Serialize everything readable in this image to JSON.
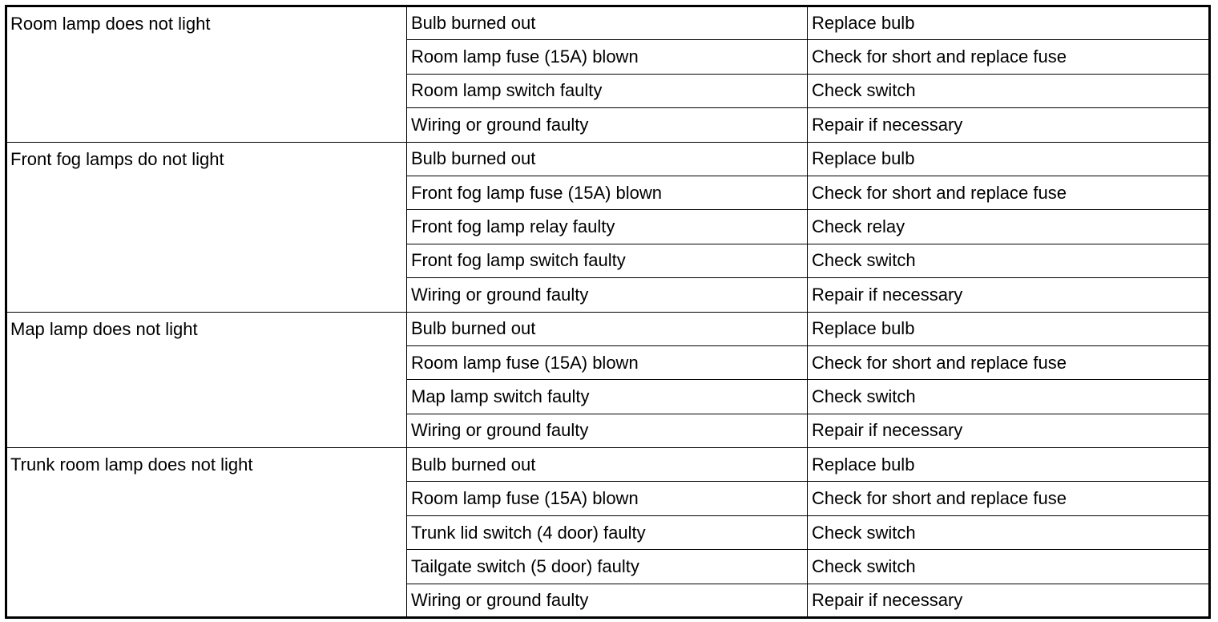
{
  "table": {
    "groups": [
      {
        "symptom": "Room lamp does not light",
        "rows": [
          {
            "cause": "Bulb burned out",
            "remedy": "Replace bulb"
          },
          {
            "cause": "Room lamp fuse (15A) blown",
            "remedy": "Check for short and replace fuse"
          },
          {
            "cause": "Room lamp switch faulty",
            "remedy": "Check switch"
          },
          {
            "cause": "Wiring or ground faulty",
            "remedy": "Repair if necessary"
          }
        ]
      },
      {
        "symptom": "Front fog lamps do not light",
        "rows": [
          {
            "cause": "Bulb burned out",
            "remedy": "Replace bulb"
          },
          {
            "cause": "Front fog lamp fuse (15A) blown",
            "remedy": "Check for short and replace fuse"
          },
          {
            "cause": "Front fog lamp relay faulty",
            "remedy": "Check relay"
          },
          {
            "cause": "Front fog lamp switch faulty",
            "remedy": "Check switch"
          },
          {
            "cause": "Wiring or ground faulty",
            "remedy": "Repair if necessary"
          }
        ]
      },
      {
        "symptom": "Map lamp does not light",
        "rows": [
          {
            "cause": "Bulb burned out",
            "remedy": "Replace bulb"
          },
          {
            "cause": "Room lamp fuse (15A) blown",
            "remedy": "Check for short and replace fuse"
          },
          {
            "cause": "Map lamp switch faulty",
            "remedy": "Check switch"
          },
          {
            "cause": "Wiring or ground faulty",
            "remedy": "Repair if necessary"
          }
        ]
      },
      {
        "symptom": "Trunk room lamp does not light",
        "rows": [
          {
            "cause": "Bulb burned out",
            "remedy": "Replace bulb"
          },
          {
            "cause": "Room lamp fuse (15A) blown",
            "remedy": "Check for short and replace fuse"
          },
          {
            "cause": "Trunk lid switch (4 door) faulty",
            "remedy": "Check switch"
          },
          {
            "cause": "Tailgate switch (5 door) faulty",
            "remedy": "Check switch"
          },
          {
            "cause": "Wiring or ground faulty",
            "remedy": "Repair if necessary"
          }
        ]
      }
    ]
  }
}
